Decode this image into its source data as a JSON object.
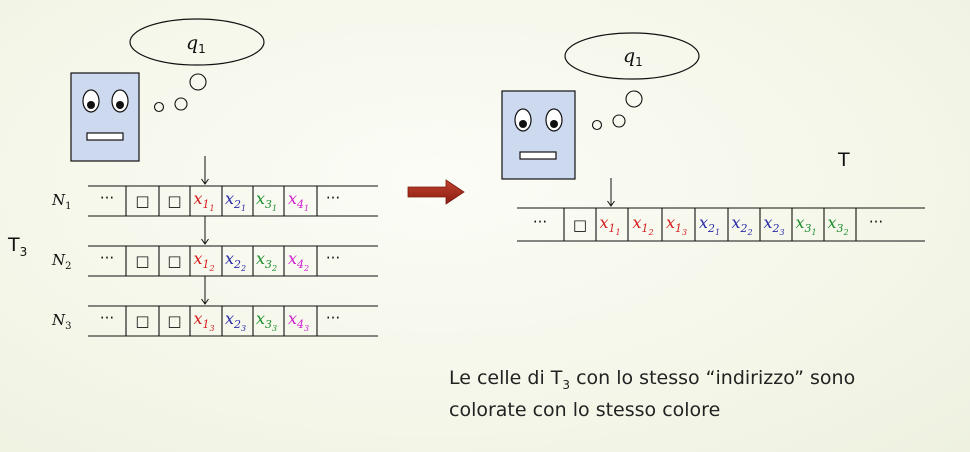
{
  "state_label": "q",
  "state_sub": "1",
  "tape_dots": "···",
  "blank_symbol": "□",
  "symbol_var": "x",
  "left": {
    "tape_set": "T",
    "tape_set_sub": "3",
    "tapes": [
      {
        "name": "N",
        "sub": "1",
        "cells": [
          {
            "i": "1",
            "j": "1",
            "color": "#d42020"
          },
          {
            "i": "2",
            "j": "1",
            "color": "#2b2ba8"
          },
          {
            "i": "3",
            "j": "1",
            "color": "#1f8f2f"
          },
          {
            "i": "4",
            "j": "1",
            "color": "#d020d0"
          }
        ]
      },
      {
        "name": "N",
        "sub": "2",
        "cells": [
          {
            "i": "1",
            "j": "2",
            "color": "#d42020"
          },
          {
            "i": "2",
            "j": "2",
            "color": "#2b2ba8"
          },
          {
            "i": "3",
            "j": "2",
            "color": "#1f8f2f"
          },
          {
            "i": "4",
            "j": "2",
            "color": "#d020d0"
          }
        ]
      },
      {
        "name": "N",
        "sub": "3",
        "cells": [
          {
            "i": "1",
            "j": "3",
            "color": "#d42020"
          },
          {
            "i": "2",
            "j": "3",
            "color": "#2b2ba8"
          },
          {
            "i": "3",
            "j": "3",
            "color": "#1f8f2f"
          },
          {
            "i": "4",
            "j": "3",
            "color": "#d020d0"
          }
        ]
      }
    ]
  },
  "right": {
    "tape_label": "T",
    "cells": [
      {
        "i": "1",
        "j": "1",
        "color": "#d42020"
      },
      {
        "i": "1",
        "j": "2",
        "color": "#d42020"
      },
      {
        "i": "1",
        "j": "3",
        "color": "#d42020"
      },
      {
        "i": "2",
        "j": "1",
        "color": "#2b2ba8"
      },
      {
        "i": "2",
        "j": "2",
        "color": "#2b2ba8"
      },
      {
        "i": "2",
        "j": "3",
        "color": "#2b2ba8"
      },
      {
        "i": "3",
        "j": "1",
        "color": "#1f8f2f"
      },
      {
        "i": "3",
        "j": "2",
        "color": "#1f8f2f"
      }
    ]
  },
  "caption": {
    "line1_pre": "Le celle di T",
    "line1_sub": "3",
    "line1_post": " con lo stesso “indirizzo” sono",
    "line2": "colorate con lo stesso colore"
  },
  "colors": {
    "robot_fill": "#cdd9ef",
    "arrow": "#a3281c",
    "ink": "#111111"
  }
}
